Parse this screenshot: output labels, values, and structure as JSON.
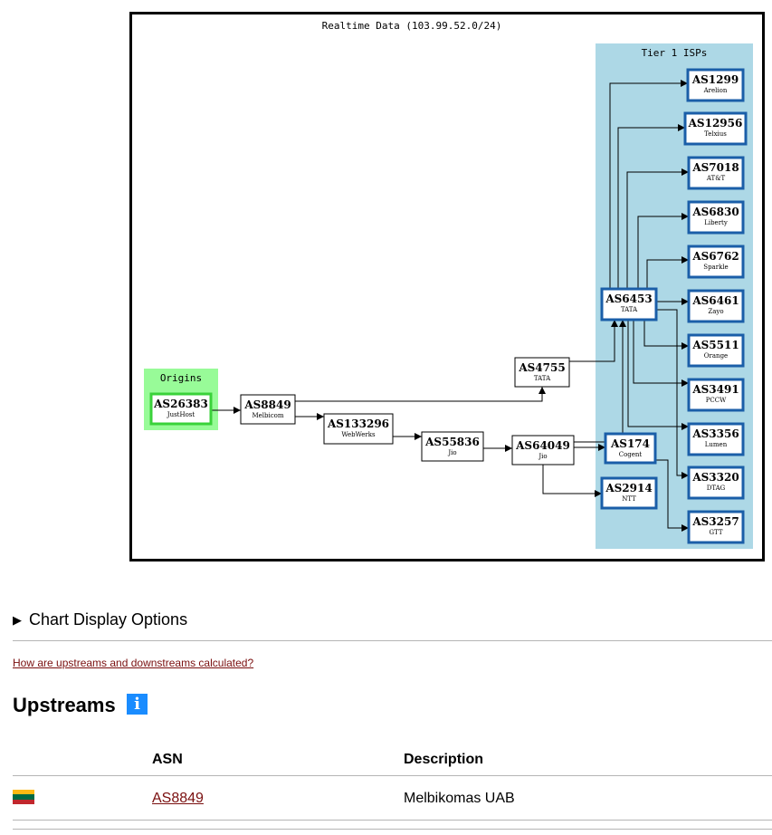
{
  "graph": {
    "title": "Realtime Data (103.99.52.0/24)",
    "clusters": {
      "origins": "Origins",
      "tier1": "Tier 1 ISPs"
    },
    "colors": {
      "tier1_bg": "#add8e6",
      "origins_bg": "#98fb98",
      "tier1_border": "#1a5ea8",
      "origin_border": "#3ad23a"
    },
    "nodes": [
      {
        "id": "AS26383",
        "asn": "AS26383",
        "name": "JustHost",
        "kind": "origin"
      },
      {
        "id": "AS8849",
        "asn": "AS8849",
        "name": "Melbicom",
        "kind": "plain"
      },
      {
        "id": "AS133296",
        "asn": "AS133296",
        "name": "WebWerks",
        "kind": "plain"
      },
      {
        "id": "AS55836",
        "asn": "AS55836",
        "name": "Jio",
        "kind": "plain"
      },
      {
        "id": "AS64049",
        "asn": "AS64049",
        "name": "Jio",
        "kind": "plain"
      },
      {
        "id": "AS4755",
        "asn": "AS4755",
        "name": "TATA",
        "kind": "plain"
      },
      {
        "id": "AS6453",
        "asn": "AS6453",
        "name": "TATA",
        "kind": "tier1"
      },
      {
        "id": "AS174",
        "asn": "AS174",
        "name": "Cogent",
        "kind": "tier1"
      },
      {
        "id": "AS2914",
        "asn": "AS2914",
        "name": "NTT",
        "kind": "tier1"
      },
      {
        "id": "AS1299",
        "asn": "AS1299",
        "name": "Arelion",
        "kind": "tier1"
      },
      {
        "id": "AS12956",
        "asn": "AS12956",
        "name": "Telxius",
        "kind": "tier1"
      },
      {
        "id": "AS7018",
        "asn": "AS7018",
        "name": "AT&T",
        "kind": "tier1"
      },
      {
        "id": "AS6830",
        "asn": "AS6830",
        "name": "Liberty",
        "kind": "tier1"
      },
      {
        "id": "AS6762",
        "asn": "AS6762",
        "name": "Sparkle",
        "kind": "tier1"
      },
      {
        "id": "AS6461",
        "asn": "AS6461",
        "name": "Zayo",
        "kind": "tier1"
      },
      {
        "id": "AS5511",
        "asn": "AS5511",
        "name": "Orange",
        "kind": "tier1"
      },
      {
        "id": "AS3491",
        "asn": "AS3491",
        "name": "PCCW",
        "kind": "tier1"
      },
      {
        "id": "AS3356",
        "asn": "AS3356",
        "name": "Lumen",
        "kind": "tier1"
      },
      {
        "id": "AS3320",
        "asn": "AS3320",
        "name": "DTAG",
        "kind": "tier1"
      },
      {
        "id": "AS3257",
        "asn": "AS3257",
        "name": "GTT",
        "kind": "tier1"
      }
    ],
    "edges": [
      [
        "AS26383",
        "AS8849"
      ],
      [
        "AS8849",
        "AS4755"
      ],
      [
        "AS8849",
        "AS133296"
      ],
      [
        "AS133296",
        "AS55836"
      ],
      [
        "AS55836",
        "AS64049"
      ],
      [
        "AS4755",
        "AS6453"
      ],
      [
        "AS64049",
        "AS6453"
      ],
      [
        "AS64049",
        "AS174"
      ],
      [
        "AS64049",
        "AS2914"
      ],
      [
        "AS6453",
        "AS1299"
      ],
      [
        "AS6453",
        "AS12956"
      ],
      [
        "AS6453",
        "AS7018"
      ],
      [
        "AS6453",
        "AS6830"
      ],
      [
        "AS6453",
        "AS6762"
      ],
      [
        "AS6453",
        "AS6461"
      ],
      [
        "AS6453",
        "AS5511"
      ],
      [
        "AS6453",
        "AS3491"
      ],
      [
        "AS6453",
        "AS3356"
      ],
      [
        "AS6453",
        "AS3320"
      ],
      [
        "AS174",
        "AS3257"
      ]
    ]
  },
  "options": {
    "label": "Chart Display Options"
  },
  "calc_link": "How are upstreams and downstreams calculated?",
  "upstreams": {
    "title": "Upstreams",
    "info_icon": "i",
    "columns": [
      "ASN",
      "Description"
    ],
    "rows": [
      {
        "flag": "lithuania-flag",
        "flag_colors": [
          "#fdb913",
          "#006a44",
          "#c1272d"
        ],
        "asn": "AS8849",
        "description": "Melbikomas UAB"
      }
    ]
  }
}
